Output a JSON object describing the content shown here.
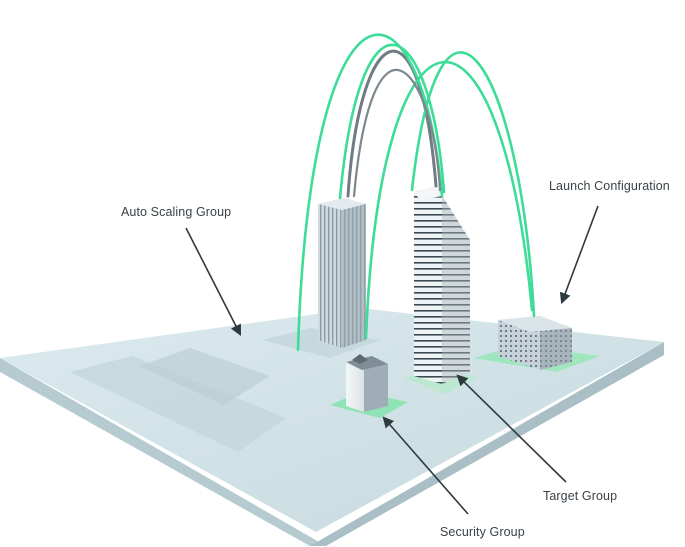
{
  "labels": {
    "auto_scaling_group": "Auto Scaling Group",
    "launch_configuration": "Launch Configuration",
    "target_group": "Target Group",
    "security_group": "Security Group"
  },
  "colors": {
    "arc_green": "#3ddc97",
    "arc_gray": "#6f7a82",
    "platform_top": "#cfe1e5",
    "platform_side": "#b3c9ce",
    "pad_green": "#8fe3b4",
    "label_text": "#3a4348",
    "arrow": "#2f3a3f"
  }
}
